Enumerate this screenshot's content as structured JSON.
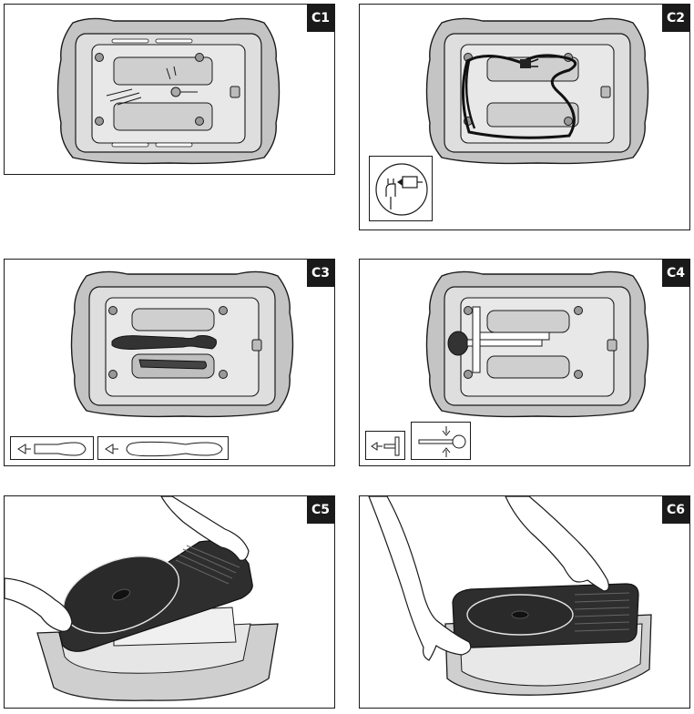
{
  "panels": [
    {
      "label": "C1"
    },
    {
      "label": "C2"
    },
    {
      "label": "C3"
    },
    {
      "label": "C4"
    },
    {
      "label": "C5"
    },
    {
      "label": "C6"
    }
  ],
  "icons": {
    "c2_legend": "power-plug-icon",
    "c3_legend": [
      "short-scraper-icon",
      "long-spatula-icon"
    ],
    "c4_legend": [
      "t-tool-icon",
      "ladle-insert-remove-icon"
    ]
  },
  "colors": {
    "outline": "#1a1a1a",
    "body_gray": "#b8b8b8",
    "body_light": "#d8d8d8",
    "dark_gray": "#333333",
    "background": "#ffffff"
  }
}
